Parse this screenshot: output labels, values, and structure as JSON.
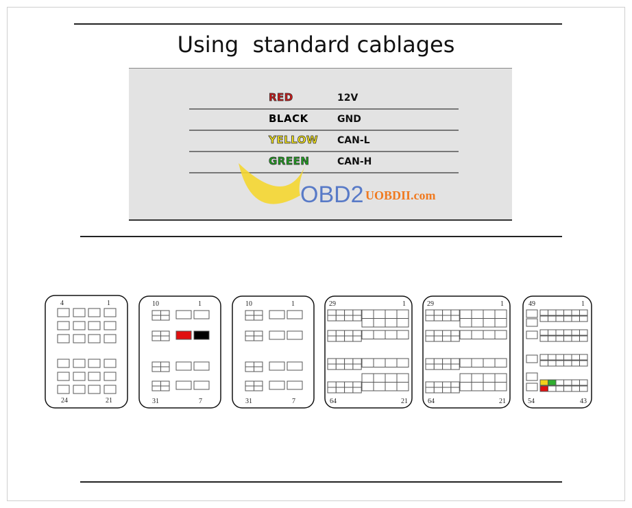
{
  "title": "Using  standard cablages",
  "wiring_table": [
    {
      "wire": "RED",
      "signal": "12V",
      "color": "#d01818"
    },
    {
      "wire": "BLACK",
      "signal": "GND",
      "color": "#000000"
    },
    {
      "wire": "YELLOW",
      "signal": "CAN-L",
      "color": "#f2e21a"
    },
    {
      "wire": "GREEN",
      "signal": "CAN-H",
      "color": "#1fa21f"
    }
  ],
  "watermark": {
    "logo_text": "OBD2",
    "site": "UOBDII.com"
  },
  "connectors": [
    {
      "pin_labels": [
        "4",
        "1",
        "24",
        "21"
      ]
    },
    {
      "pin_labels": [
        "10",
        "1",
        "31",
        "7"
      ],
      "highlighted": {
        "red": "#e01010",
        "black": "#000000"
      }
    },
    {
      "pin_labels": [
        "10",
        "1",
        "31",
        "7"
      ]
    },
    {
      "pin_labels": [
        "29",
        "1",
        "64",
        "21"
      ]
    },
    {
      "pin_labels": [
        "29",
        "1",
        "64",
        "21"
      ]
    },
    {
      "pin_labels": [
        "49",
        "1",
        "54",
        "43"
      ],
      "highlighted": {
        "yellow": "#f2d21a",
        "green": "#2fae2f",
        "red": "#e01010"
      }
    }
  ]
}
